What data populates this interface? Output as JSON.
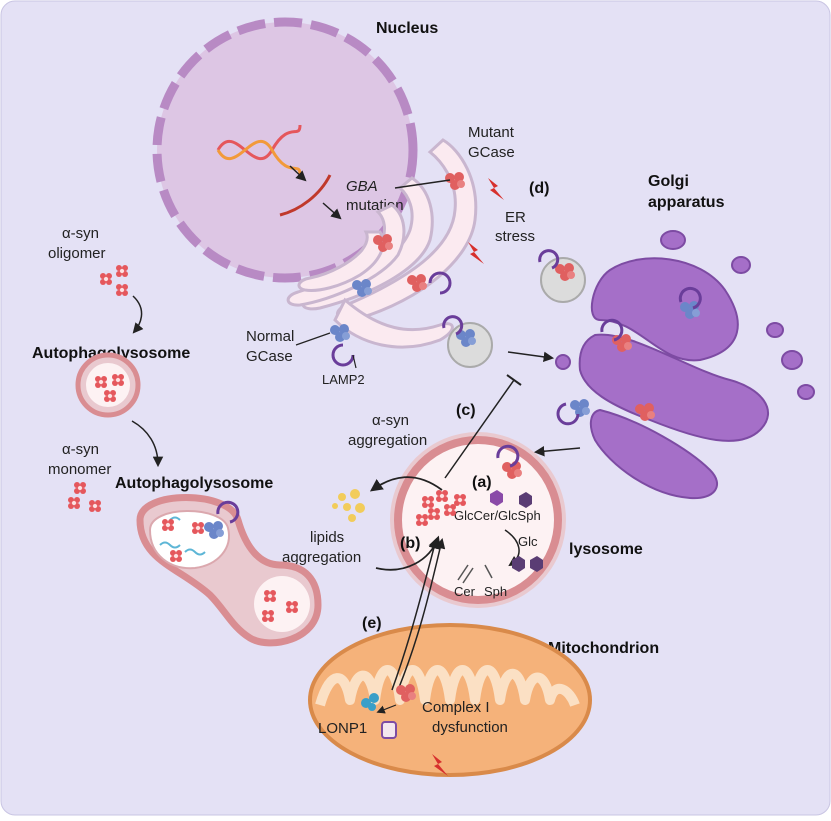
{
  "figure": {
    "panels": {
      "a": "(a)",
      "b": "(b)",
      "c": "(c)",
      "d": "(d)",
      "e": "(e)"
    },
    "organelles": {
      "nucleus": "Nucleus",
      "golgi_line1": "Golgi",
      "golgi_line2": "apparatus",
      "lysosome": "lysosome",
      "mitochondrion": "Mitochondrion",
      "autophagolysosome_1": "Autophagolysosome",
      "autophagolysosome_2": "Autophagolysosome"
    },
    "labels": {
      "gba_line1": "GBA",
      "gba_line2": "mutation",
      "mutant_gcase_line1": "Mutant",
      "mutant_gcase_line2": "GCase",
      "er_stress_line1": "ER",
      "er_stress_line2": "stress",
      "normal_gcase_line1": "Normal",
      "normal_gcase_line2": "GCase",
      "lamp2": "LAMP2",
      "asyn_oligomer_line1": "α-syn",
      "asyn_oligomer_line2": "oligomer",
      "asyn_monomer_line1": "α-syn",
      "asyn_monomer_line2": "monomer",
      "asyn_aggregation_line1": "α-syn",
      "asyn_aggregation_line2": "aggregation",
      "lipids_aggregation_line1": "lipids",
      "lipids_aggregation_line2": "aggregation",
      "glccer": "GlcCer/GlcSph",
      "glc": "Glc",
      "cer": "Cer",
      "sph": "Sph",
      "lonp1": "LONP1",
      "complex1_line1": "Complex I",
      "complex1_line2": "dysfunction"
    },
    "colors": {
      "background": "#e4e1f5",
      "nucleus_fill": "#ddc6e4",
      "nucleus_border": "#b88ac4",
      "er_fill": "#fbeaf0",
      "golgi": "#a56fc8",
      "lysosome_ring": "#d98d92",
      "mito_fill": "#f5b27a",
      "gcase_mutant": "#e06060",
      "gcase_normal": "#6b86c9",
      "lamp2": "#6a3d9a",
      "stress_bolt": "#d7302d"
    }
  }
}
